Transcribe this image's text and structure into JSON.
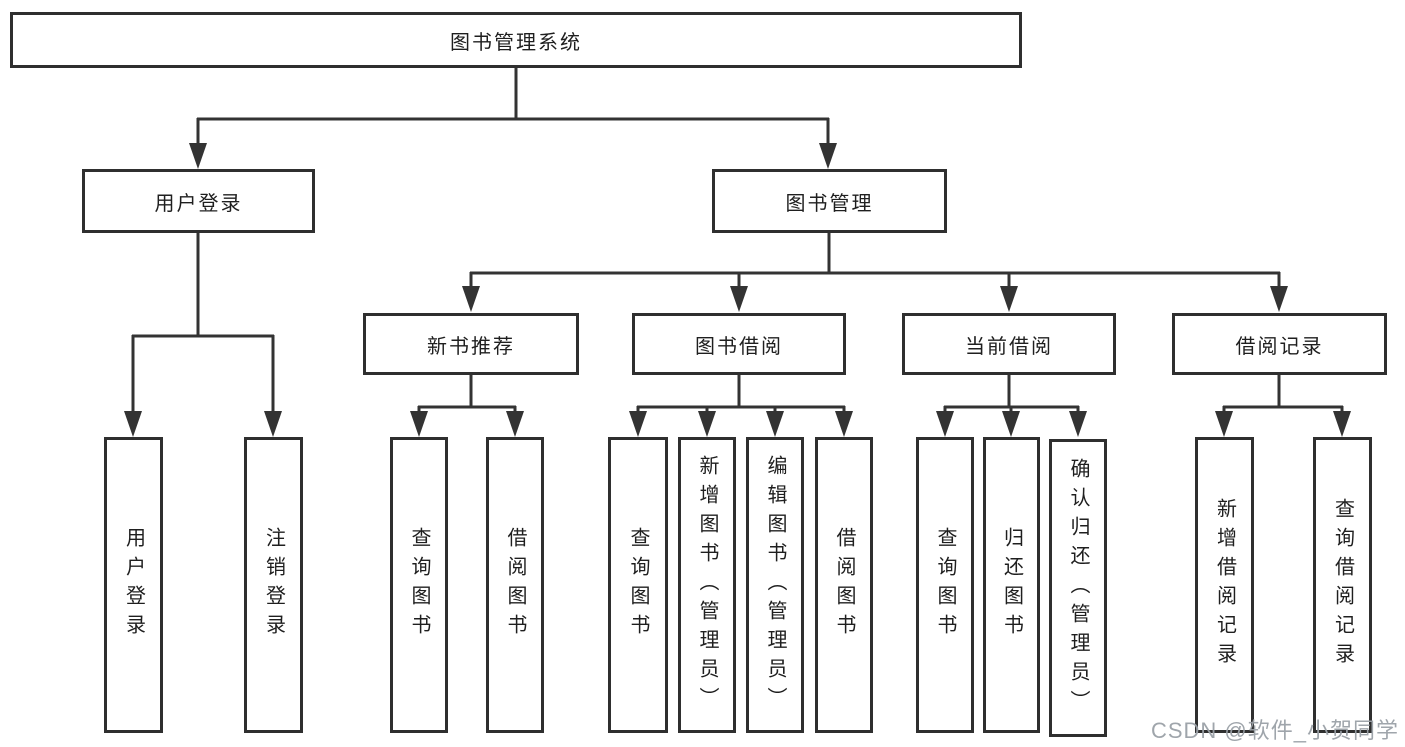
{
  "tree": {
    "root": {
      "label": "图书管理系统"
    },
    "children": [
      {
        "label": "用户登录",
        "children": [
          {
            "label": "用户登录"
          },
          {
            "label": "注销登录"
          }
        ]
      },
      {
        "label": "图书管理",
        "children": [
          {
            "label": "新书推荐",
            "children": [
              {
                "label": "查询图书"
              },
              {
                "label": "借阅图书"
              }
            ]
          },
          {
            "label": "图书借阅",
            "children": [
              {
                "label": "查询图书"
              },
              {
                "label": "新增图书（管理员）"
              },
              {
                "label": "编辑图书（管理员）"
              },
              {
                "label": "借阅图书"
              }
            ]
          },
          {
            "label": "当前借阅",
            "children": [
              {
                "label": "查询图书"
              },
              {
                "label": "归还图书"
              },
              {
                "label": "确认归还（管理员）"
              }
            ]
          },
          {
            "label": "借阅记录",
            "children": [
              {
                "label": "新增借阅记录"
              },
              {
                "label": "查询借阅记录"
              }
            ]
          }
        ]
      }
    ]
  },
  "watermark": {
    "text": "CSDN @软件_小贺同学"
  },
  "colors": {
    "line": "#333333",
    "border": "#2f2f2f",
    "text": "#1f1f1f",
    "watermark": "#9aa0a6",
    "background": "#ffffff"
  }
}
